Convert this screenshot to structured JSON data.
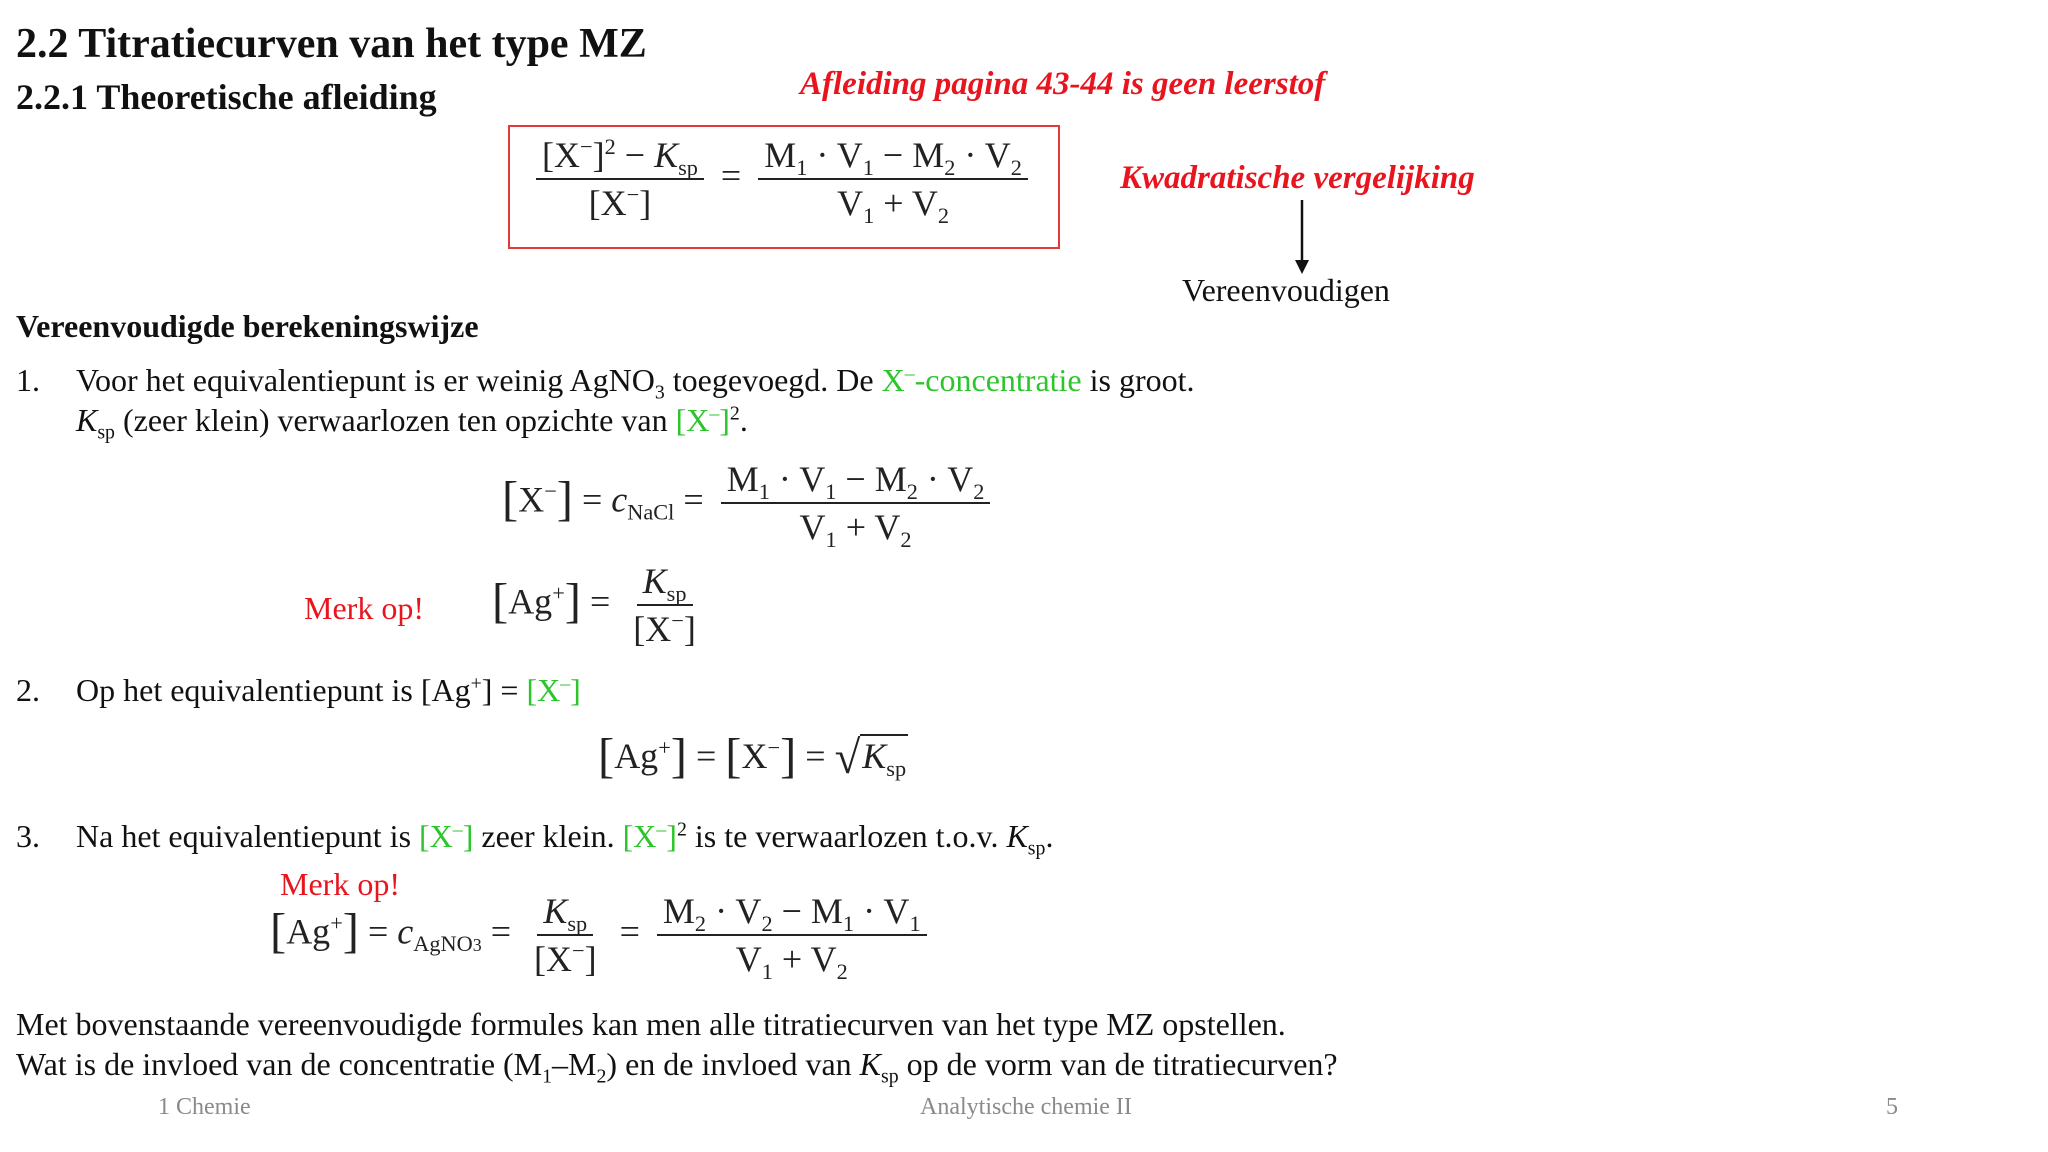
{
  "title": "2.2 Titratiecurven van het type MZ",
  "subtitle": "2.2.1 Theoretische afleiding",
  "note_derivation": "Afleiding pagina 43-44 is geen leerstof",
  "note_quadratic": "Kwadratische vergelijking",
  "simplify_label": "Vereenvoudigen",
  "method_heading": "Vereenvoudigde berekeningswijze",
  "eq_main": {
    "x_ion": "X",
    "minus": "−",
    "square": "2",
    "ksp_k": "K",
    "ksp_sub": "sp",
    "m1": "M",
    "one": "1",
    "two": "2",
    "v": "V",
    "dot": "·",
    "plus": "+",
    "equals": "="
  },
  "item1": {
    "number": "1.",
    "text_a": "Voor het equivalentiepunt is er weinig AgNO",
    "sub_3": "3",
    "text_b": " toegevoegd. De ",
    "green_a": "X",
    "green_sup": "–",
    "green_b": "-concentratie",
    "text_c": " is groot.",
    "line2_k": "K",
    "line2_sub": "sp",
    "line2_text": " (zeer klein) verwaarlozen ten opzichte van ",
    "line2_green": "[X",
    "line2_green_sup": "–",
    "line2_green_close": "]",
    "line2_sq": "2",
    "line2_end": "."
  },
  "eq_nacl": {
    "c": "c",
    "sub": "NaCl"
  },
  "merk_op": "Merk op!",
  "eq_ag": {
    "ag": "Ag",
    "plus": "+"
  },
  "item2": {
    "number": "2.",
    "text": "Op het equivalentiepunt is [Ag",
    "sup": "+",
    "text_b": "] = ",
    "green": "[X",
    "green_sup": "–",
    "green_close": "]"
  },
  "item3": {
    "number": "3.",
    "text_a": "Na het equivalentiepunt is ",
    "green_a": "[X",
    "green_a_sup": "–",
    "green_a_close": "]",
    "text_b": " zeer klein. ",
    "green_b": "[X",
    "green_b_sup": "–",
    "green_b_close": "]",
    "sq": "2",
    "text_c": " is te verwaarlozen t.o.v. ",
    "k": "K",
    "k_sub": "sp",
    "end": "."
  },
  "merk_op_2": "Merk op!",
  "eq_agno3": {
    "c": "c",
    "sub": "AgNO",
    "sub3": "3"
  },
  "conclusion_1": "Met bovenstaande vereenvoudigde formules kan men alle titratiecurven van het type MZ opstellen.",
  "conclusion_2": {
    "a": "Wat is de invloed van de concentratie (M",
    "s1": "1",
    "b": "–M",
    "s2": "2",
    "c": ") en de invloed van ",
    "k": "K",
    "ksub": "sp",
    "d": " op de vorm van de titratiecurven?"
  },
  "footer": {
    "left": "1 Chemie",
    "center": "Analytische chemie II",
    "page": "5"
  },
  "colors": {
    "red": "#e8141e",
    "green": "#2cc52c",
    "box": "#e23a3a"
  }
}
